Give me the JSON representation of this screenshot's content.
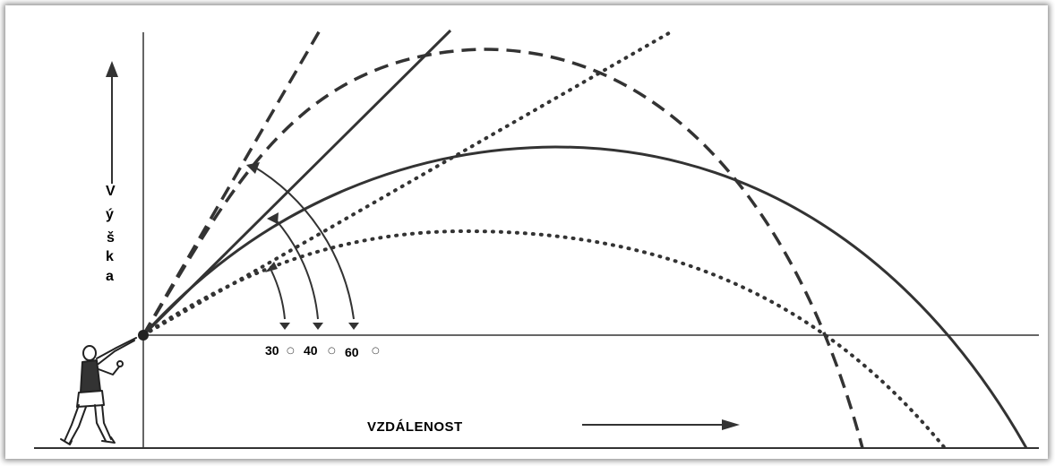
{
  "axis_labels": {
    "vertical": "Výška",
    "horizontal": "VZDÁLENOST"
  },
  "angles": [
    {
      "value": "30",
      "unit": "○"
    },
    {
      "value": "40",
      "unit": "○"
    },
    {
      "value": "60",
      "unit": "○"
    }
  ],
  "colors": {
    "ink": "#333333",
    "background": "#ffffff"
  }
}
